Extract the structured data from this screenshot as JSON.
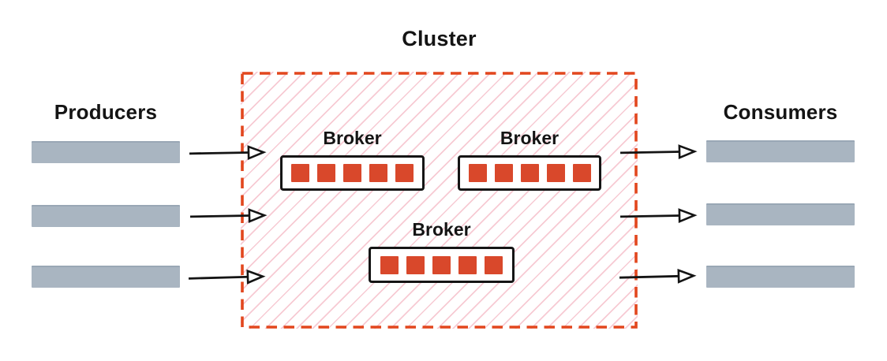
{
  "diagram": {
    "title": "Cluster",
    "producers": {
      "label": "Producers",
      "stream_count": 3
    },
    "consumers": {
      "label": "Consumers",
      "stream_count": 3
    },
    "cluster": {
      "brokers": [
        {
          "label": "Broker",
          "partition_count": 5
        },
        {
          "label": "Broker",
          "partition_count": 5
        },
        {
          "label": "Broker",
          "partition_count": 5
        }
      ],
      "flow_arrows_in": 3,
      "flow_arrows_out": 3
    },
    "colors": {
      "partition_red": "#d9482b",
      "cluster_border_red": "#e2471e",
      "hatch_pink": "#f6c4ce",
      "bar_gray": "#a9b5c1",
      "text_black": "#141414"
    }
  }
}
